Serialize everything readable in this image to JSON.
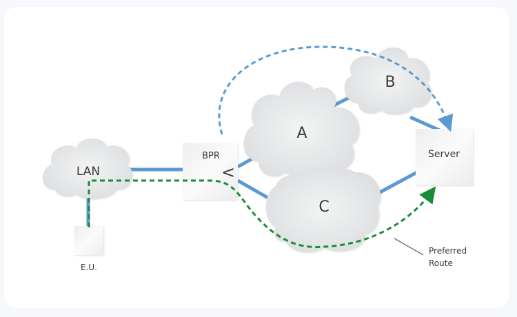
{
  "colors": {
    "link": "#5b9bd1",
    "alt_route": "#5b9bd1",
    "preferred_route": "#1a8c3a",
    "cloud": "#e9eaeb",
    "box": "#f1f1f1",
    "text": "#3a3a3a"
  },
  "nodes": {
    "lan": {
      "label": "LAN",
      "icon": "cloud-icon"
    },
    "eu": {
      "label": "E.U.",
      "icon": "device-box"
    },
    "bpr": {
      "label": "BPR",
      "symbol": "<",
      "icon": "router-box"
    },
    "server": {
      "label": "Server",
      "icon": "server-box"
    },
    "cloud_a": {
      "label": "A",
      "icon": "cloud-icon"
    },
    "cloud_b": {
      "label": "B",
      "icon": "cloud-icon"
    },
    "cloud_c": {
      "label": "C",
      "icon": "cloud-icon"
    }
  },
  "annotations": {
    "preferred_route_line1": "Preferred",
    "preferred_route_line2": "Route"
  },
  "edges": [
    {
      "from": "eu",
      "to": "lan",
      "style": "solid"
    },
    {
      "from": "lan",
      "to": "bpr",
      "style": "solid"
    },
    {
      "from": "bpr",
      "to": "cloud_a",
      "style": "solid"
    },
    {
      "from": "bpr",
      "to": "cloud_c",
      "style": "solid"
    },
    {
      "from": "cloud_a",
      "to": "cloud_b",
      "style": "solid"
    },
    {
      "from": "cloud_b",
      "to": "server",
      "style": "solid"
    },
    {
      "from": "cloud_c",
      "to": "server",
      "style": "solid"
    }
  ],
  "routes": [
    {
      "name": "alternate",
      "path": [
        "bpr",
        "server"
      ],
      "via": "over cloud B",
      "style": "dashed-blue"
    },
    {
      "name": "preferred",
      "path": [
        "eu",
        "lan",
        "bpr",
        "cloud_c",
        "server"
      ],
      "style": "dashed-green"
    }
  ]
}
